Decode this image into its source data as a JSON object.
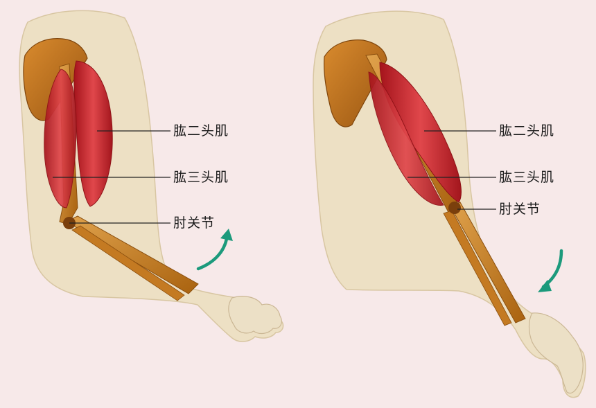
{
  "figures": [
    {
      "state": "flexed",
      "arrow_direction": "up",
      "labels": {
        "biceps": "肱二头肌",
        "triceps": "肱三头肌",
        "elbow": "肘关节"
      }
    },
    {
      "state": "extended",
      "arrow_direction": "down",
      "labels": {
        "biceps": "肱二头肌",
        "triceps": "肱三头肌",
        "elbow": "肘关节"
      }
    }
  ],
  "colors": {
    "background": "#f7e9e9",
    "skin": "#ede0c4",
    "bone": "#c9801f",
    "muscle": "#c8282e",
    "arrow": "#1c9a7c",
    "leader_line": "#222222"
  }
}
